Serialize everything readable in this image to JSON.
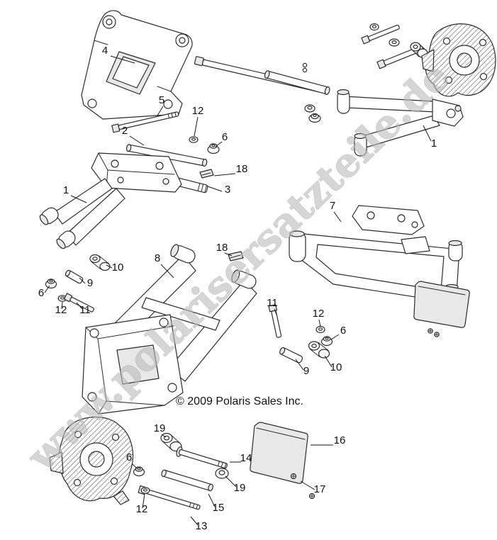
{
  "page": {
    "background": "#ffffff",
    "copyright": "© 2009 Polaris Sales Inc.",
    "watermark": "www.polarisersatzteile.de"
  },
  "colors": {
    "line": "#2b2b2b",
    "watermark_fill": "#bcbcbc",
    "watermark_stroke": "#8d8d8d",
    "label": "#111111"
  },
  "callouts": [
    {
      "label": "4"
    },
    {
      "label": "5"
    },
    {
      "label": "2"
    },
    {
      "label": "12"
    },
    {
      "label": "6"
    },
    {
      "label": "18"
    },
    {
      "label": "3"
    },
    {
      "label": "1"
    },
    {
      "label": "1"
    },
    {
      "label": "7"
    },
    {
      "label": "10"
    },
    {
      "label": "9"
    },
    {
      "label": "6"
    },
    {
      "label": "12"
    },
    {
      "label": "11"
    },
    {
      "label": "8"
    },
    {
      "label": "18"
    },
    {
      "label": "11"
    },
    {
      "label": "12"
    },
    {
      "label": "6"
    },
    {
      "label": "9"
    },
    {
      "label": "10"
    },
    {
      "label": "16"
    },
    {
      "label": "17"
    },
    {
      "label": "19"
    },
    {
      "label": "14"
    },
    {
      "label": "19"
    },
    {
      "label": "15"
    },
    {
      "label": "13"
    },
    {
      "label": "6"
    },
    {
      "label": "12"
    }
  ]
}
